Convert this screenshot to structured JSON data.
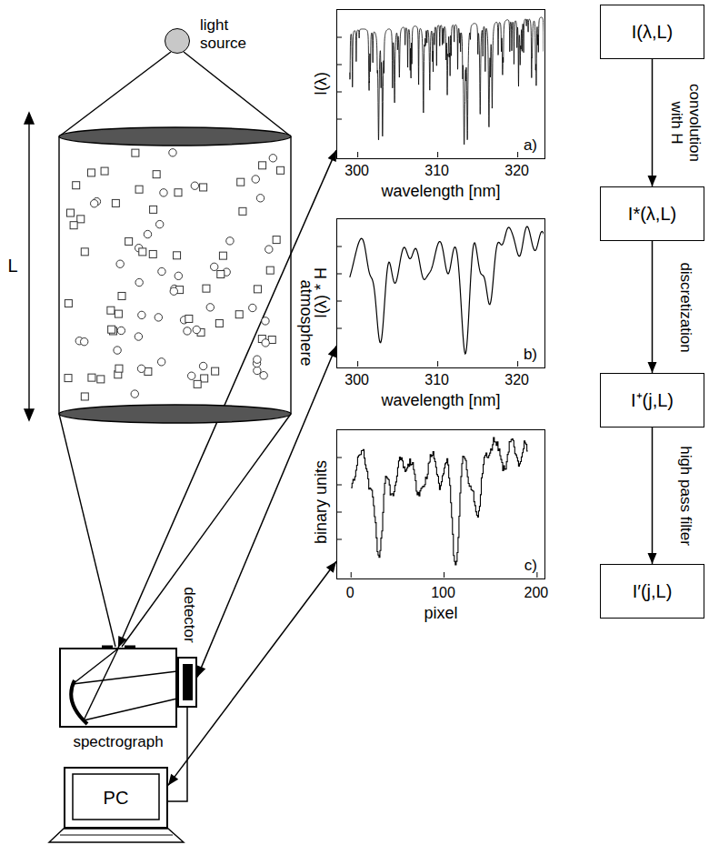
{
  "diagram": {
    "nodes": [
      {
        "text": [
          "light source"
        ]
      },
      {
        "text": [
          "atmosphere"
        ]
      },
      {
        "text": [
          "spectrograph"
        ]
      },
      {
        "text": [
          "detector"
        ]
      },
      {
        "text": [
          "PC"
        ]
      },
      {
        "text": [
          "a)"
        ]
      },
      {
        "text": [
          "b)"
        ]
      },
      {
        "text": [
          "c)"
        ]
      },
      {
        "text": [
          "I(λ,L)"
        ]
      },
      {
        "text": [
          "I*(λ,L)"
        ]
      },
      {
        "text": [
          "I⁺(j,L)"
        ]
      },
      {
        "text": [
          "I′(j,L)"
        ]
      }
    ],
    "edges": [
      {
        "from": 5,
        "to": 2,
        "arrow": "both"
      },
      {
        "from": 6,
        "to": 3,
        "arrow": "both"
      },
      {
        "from": 7,
        "to": 4,
        "arrow": "both"
      },
      {
        "from": 3,
        "to": 4,
        "arrow": "none"
      },
      {
        "from": 8,
        "to": 9,
        "label": "convolution with H",
        "arrow": "to"
      },
      {
        "from": 9,
        "to": 10,
        "label": "discretization",
        "arrow": "to"
      },
      {
        "from": 10,
        "to": 11,
        "label": "high pass filter",
        "arrow": "to"
      }
    ],
    "labels": [
      "L",
      "I(λ)",
      "300",
      "310",
      "320",
      "wavelength [nm]",
      "I(λ) * H",
      "300",
      "310",
      "320",
      "wavelength [nm]",
      "binary units",
      "0",
      "100",
      "200",
      "pixel"
    ]
  }
}
